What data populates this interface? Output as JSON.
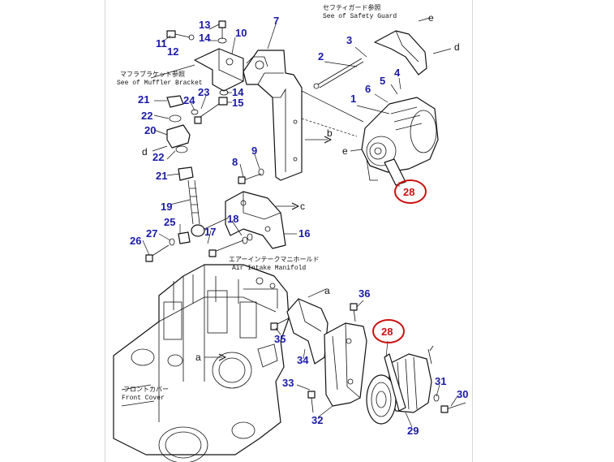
{
  "part_numbers": {
    "p1": "1",
    "p2": "2",
    "p3": "3",
    "p4": "4",
    "p5": "5",
    "p6": "6",
    "p7": "7",
    "p8": "8",
    "p9": "9",
    "p10": "10",
    "p11": "11",
    "p12": "12",
    "p13": "13",
    "p14a": "14",
    "p14b": "14",
    "p15": "15",
    "p16": "16",
    "p17": "17",
    "p18": "18",
    "p19": "19",
    "p20": "20",
    "p21a": "21",
    "p21b": "21",
    "p22a": "22",
    "p22b": "22",
    "p23": "23",
    "p24": "24",
    "p25": "25",
    "p26": "26",
    "p27": "27",
    "p28a": "28",
    "p28b": "28",
    "p29": "29",
    "p30": "30",
    "p31": "31",
    "p32": "32",
    "p33": "33",
    "p34": "34",
    "p35": "35",
    "p36": "36"
  },
  "reference_labels": {
    "safety_guard_jp": "セフティガード参照",
    "safety_guard_en": "See of Safety Guard",
    "muffler_bracket_jp": "マフラブラケット参照",
    "muffler_bracket_en": "See of Muffler Bracket",
    "air_intake_jp": "エアーインテークマニホールド",
    "air_intake_en": "Air Intake Manifold",
    "front_cover_jp": "フロントカバー",
    "front_cover_en": "Front Cover"
  },
  "connector_letters": {
    "a_right": "a",
    "a_left": "a",
    "b": "b",
    "c": "c",
    "d_left": "d",
    "d_right": "d",
    "e_top": "e",
    "e_left": "e"
  },
  "colors": {
    "part_number": "#1a1aa6",
    "highlight": "#cc1111",
    "line": "#111111"
  }
}
